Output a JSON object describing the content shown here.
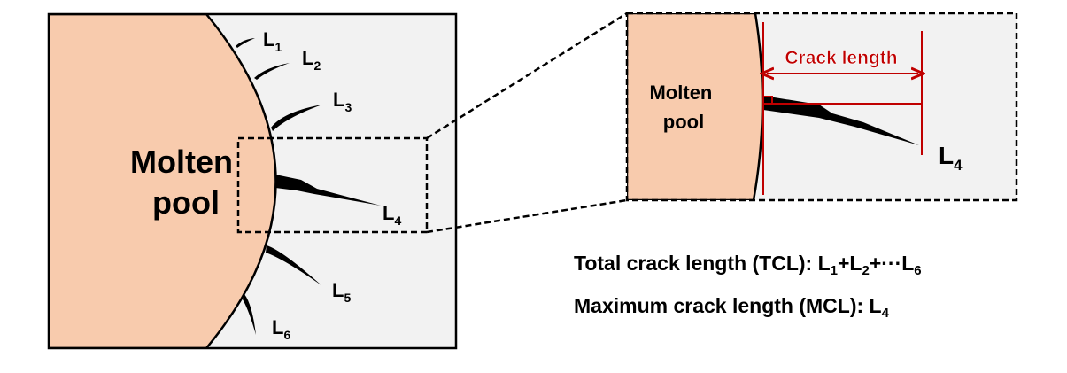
{
  "colors": {
    "pool": "#f8cbad",
    "background": "#f2f2f2",
    "crack": "#000000",
    "annotation": "#c00000"
  },
  "main_panel": {
    "pool_label_line1": "Molten",
    "pool_label_line2": "pool",
    "cracks": [
      {
        "letter": "L",
        "sub": "1"
      },
      {
        "letter": "L",
        "sub": "2"
      },
      {
        "letter": "L",
        "sub": "3"
      },
      {
        "letter": "L",
        "sub": "4"
      },
      {
        "letter": "L",
        "sub": "5"
      },
      {
        "letter": "L",
        "sub": "6"
      }
    ]
  },
  "zoom_panel": {
    "pool_label_line1": "Molten",
    "pool_label_line2": "pool",
    "measure_label": "Crack length",
    "crack_letter": "L",
    "crack_sub": "4"
  },
  "definitions": {
    "tcl_prefix": "Total crack length (TCL): ",
    "tcl_l": "L",
    "tcl_s1": "1",
    "tcl_plus1": "+L",
    "tcl_s2": "2",
    "tcl_dots": "+···L",
    "tcl_s6": "6",
    "mcl_prefix": "Maximum crack length (MCL): ",
    "mcl_l": "L",
    "mcl_s4": "4"
  }
}
